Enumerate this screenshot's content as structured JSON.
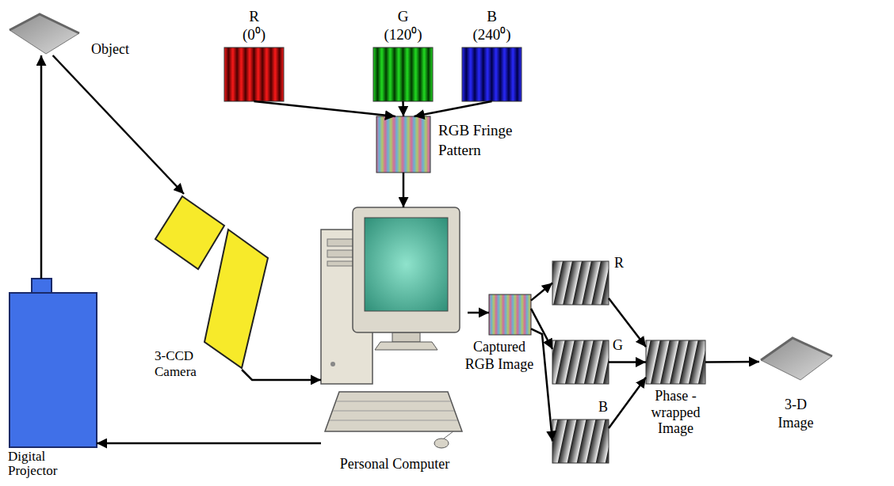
{
  "diagram": {
    "nodes": [
      {
        "text": [
          "Object"
        ]
      },
      {
        "text": [
          "Digital Projector"
        ]
      },
      {
        "text": [
          "3-CCD Camera"
        ]
      },
      {
        "text": [
          "R",
          "(0⁰)"
        ]
      },
      {
        "text": [
          "G",
          "(120⁰)"
        ]
      },
      {
        "text": [
          "B",
          "(240⁰)"
        ]
      },
      {
        "text": [
          "RGB Fringe Pattern"
        ]
      },
      {
        "text": [
          "Personal Computer"
        ]
      },
      {
        "text": [
          "Captured RGB Image"
        ]
      },
      {
        "text": [
          "R"
        ]
      },
      {
        "text": [
          "G"
        ]
      },
      {
        "text": [
          "B"
        ]
      },
      {
        "text": [
          "Phase - wrapped Image"
        ]
      },
      {
        "text": [
          "3-D Image"
        ]
      }
    ],
    "edges": [
      {
        "from": 1,
        "to": 0,
        "arrow": "to"
      },
      {
        "from": 0,
        "to": 2,
        "arrow": "to"
      },
      {
        "from": 2,
        "to": 7,
        "arrow": "to"
      },
      {
        "from": 3,
        "to": 6,
        "arrow": "to"
      },
      {
        "from": 4,
        "to": 6,
        "arrow": "to"
      },
      {
        "from": 5,
        "to": 6,
        "arrow": "to"
      },
      {
        "from": 6,
        "to": 7,
        "arrow": "to"
      },
      {
        "from": 7,
        "to": 1,
        "arrow": "to"
      },
      {
        "from": 7,
        "to": 8,
        "arrow": "to"
      },
      {
        "from": 8,
        "to": 9,
        "arrow": "to"
      },
      {
        "from": 8,
        "to": 10,
        "arrow": "to"
      },
      {
        "from": 8,
        "to": 11,
        "arrow": "to"
      },
      {
        "from": 9,
        "to": 12,
        "arrow": "to"
      },
      {
        "from": 10,
        "to": 12,
        "arrow": "to"
      },
      {
        "from": 11,
        "to": 12,
        "arrow": "to"
      },
      {
        "from": 12,
        "to": 13,
        "arrow": "to"
      }
    ]
  }
}
